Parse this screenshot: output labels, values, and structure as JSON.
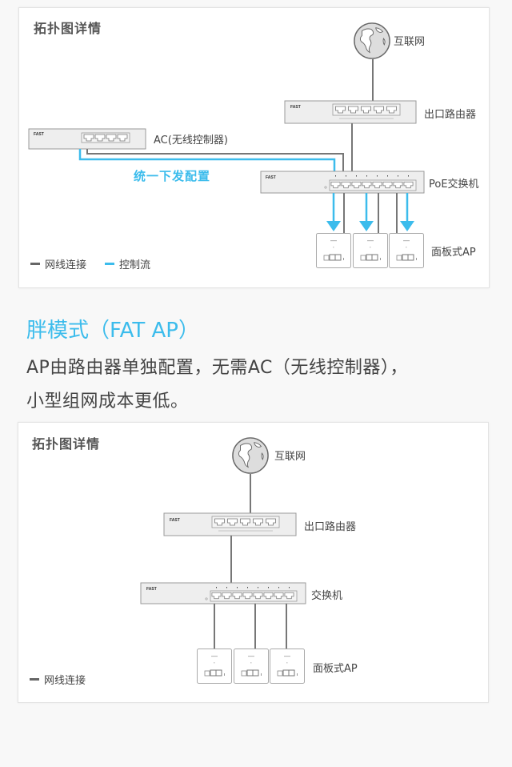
{
  "diagram1": {
    "title": "拓扑图详情",
    "nodes": {
      "internet": "互联网",
      "router": "出口路由器",
      "ac": "AC(无线控制器)",
      "poe_switch": "PoE交换机",
      "ap": "面板式AP"
    },
    "control_label": "统一下发配置",
    "device_brand": "FAST",
    "legend": [
      {
        "label": "网线连接",
        "color": "#666666"
      },
      {
        "label": "控制流",
        "color": "#3cbcec"
      }
    ]
  },
  "fat_ap": {
    "title": "胖模式（FAT AP）",
    "description_line1": "AP由路由器单独配置，无需AC（无线控制器），",
    "description_line2": "小型组网成本更低。"
  },
  "diagram2": {
    "title": "拓扑图详情",
    "nodes": {
      "internet": "互联网",
      "router": "出口路由器",
      "switch": "交换机",
      "ap": "面板式AP"
    },
    "device_brand": "FAST",
    "legend": [
      {
        "label": "网线连接",
        "color": "#666666"
      }
    ]
  },
  "colors": {
    "accent": "#3cbcec",
    "cable": "#666666",
    "device_fill": "#eeeeee",
    "device_border": "#999999"
  }
}
